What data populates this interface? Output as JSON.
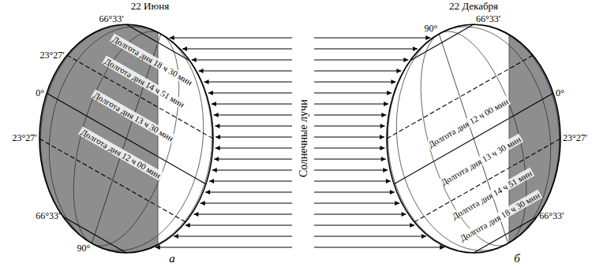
{
  "diagram": {
    "labels": [
      "22 Июня",
      "66°33′",
      "23°27′",
      "0°",
      "23°27′",
      "66°33′",
      "90°",
      "Долгота дня 18 ч 30 мин",
      "Долгота дня 14 ч 51 мин",
      "Долгота дня 13 ч 30 мин",
      "Долгота дня 12 ч 00 мин",
      "а",
      "Солнечные лучи",
      "22 Декабря",
      "90°",
      "66°33′",
      "0°",
      "23°27′",
      "66°33′",
      "Долгота дня 12 ч 00 мин",
      "Долгота дня 13 ч 30 мин",
      "Долгота дня 14 ч 51 мин",
      "Долгота дня 18 ч 30 мин",
      "б"
    ]
  }
}
